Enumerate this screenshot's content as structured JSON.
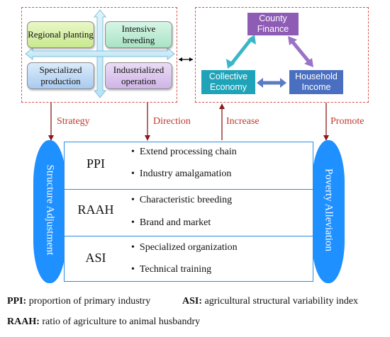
{
  "strategy_quadrant": {
    "top_left": "Regional planting",
    "top_right": "Intensive breeding",
    "bottom_left": "Specialized production",
    "bottom_right": "Industrialized operation"
  },
  "income_cycle": {
    "top": "County Finance",
    "left": "Collective Economy",
    "right": "Household Income"
  },
  "connectors": {
    "strategy": "Strategy",
    "direction": "Direction",
    "increase": "Increase",
    "promote": "Promote"
  },
  "left_pill": "Structure Adjustment",
  "right_pill": "Poverty Alleviation",
  "rows": [
    {
      "label": "PPI",
      "items": [
        "Extend processing chain",
        "Industry amalgamation"
      ]
    },
    {
      "label": "RAAH",
      "items": [
        "Characteristic breeding",
        "Brand and market"
      ]
    },
    {
      "label": "ASI",
      "items": [
        "Specialized organization",
        "Technical training"
      ]
    }
  ],
  "legend": {
    "ppi_abbr": "PPI:",
    "ppi_text": "proportion of primary industry",
    "asi_abbr": "ASI:",
    "asi_text": "agricultural structural variability index",
    "raah_abbr": "RAAH:",
    "raah_text": "ratio of agriculture to animal husbandry"
  },
  "colors": {
    "dashed_border": "#d9534f",
    "pill_blue": "#1e90ff",
    "county_finance": "#8e5bb5",
    "collective_economy": "#1fa3b8",
    "household_income": "#4a6fc1",
    "cycle_arrow_teal": "#3bb6c9",
    "cycle_arrow_purple": "#9a73c8",
    "cycle_arrow_blue": "#5a7cc6"
  }
}
